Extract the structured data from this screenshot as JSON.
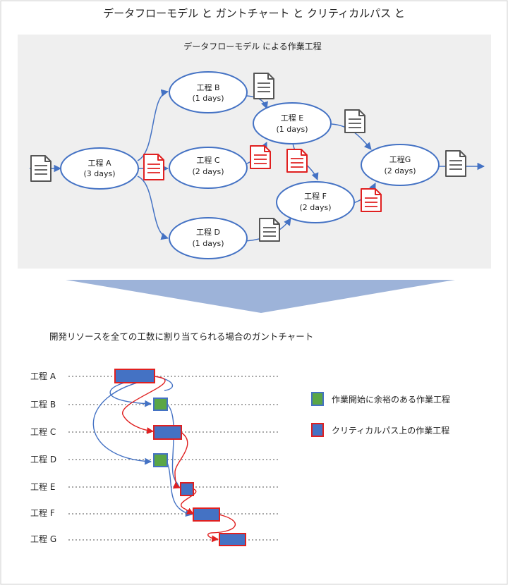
{
  "title": "データフローモデル と ガントチャート と クリティカルパス と",
  "dataflow": {
    "heading": "データフローモデル による作業工程",
    "nodes": [
      {
        "id": "a",
        "name": "工程 A",
        "duration": "(3 days)"
      },
      {
        "id": "b",
        "name": "工程 B",
        "duration": "(1 days)"
      },
      {
        "id": "c",
        "name": "工程 C",
        "duration": "(2 days)"
      },
      {
        "id": "d",
        "name": "工程 D",
        "duration": "(1 days)"
      },
      {
        "id": "e",
        "name": "工程 E",
        "duration": "(1 days)"
      },
      {
        "id": "f",
        "name": "工程 F",
        "duration": "(2 days)"
      },
      {
        "id": "g",
        "name": "工程G",
        "duration": "(2 days)"
      }
    ]
  },
  "gantt": {
    "heading": "開発リソースを全ての工数に割り当てられる場合のガントチャート",
    "rows": [
      "工程 A",
      "工程 B",
      "工程 C",
      "工程 D",
      "工程 E",
      "工程 F",
      "工程 G"
    ],
    "legend": {
      "normal": {
        "label": "作業開始に余裕のある作業工程",
        "color": "#5aa646"
      },
      "critical": {
        "label": "クリティカルパス上の作業工程",
        "color": "#4472c4"
      }
    }
  },
  "colors": {
    "flow": "#4472c4",
    "critical": "#e02020",
    "panel": "#efefef",
    "arrow_shape": "#9db3d9",
    "document": "#555555"
  }
}
